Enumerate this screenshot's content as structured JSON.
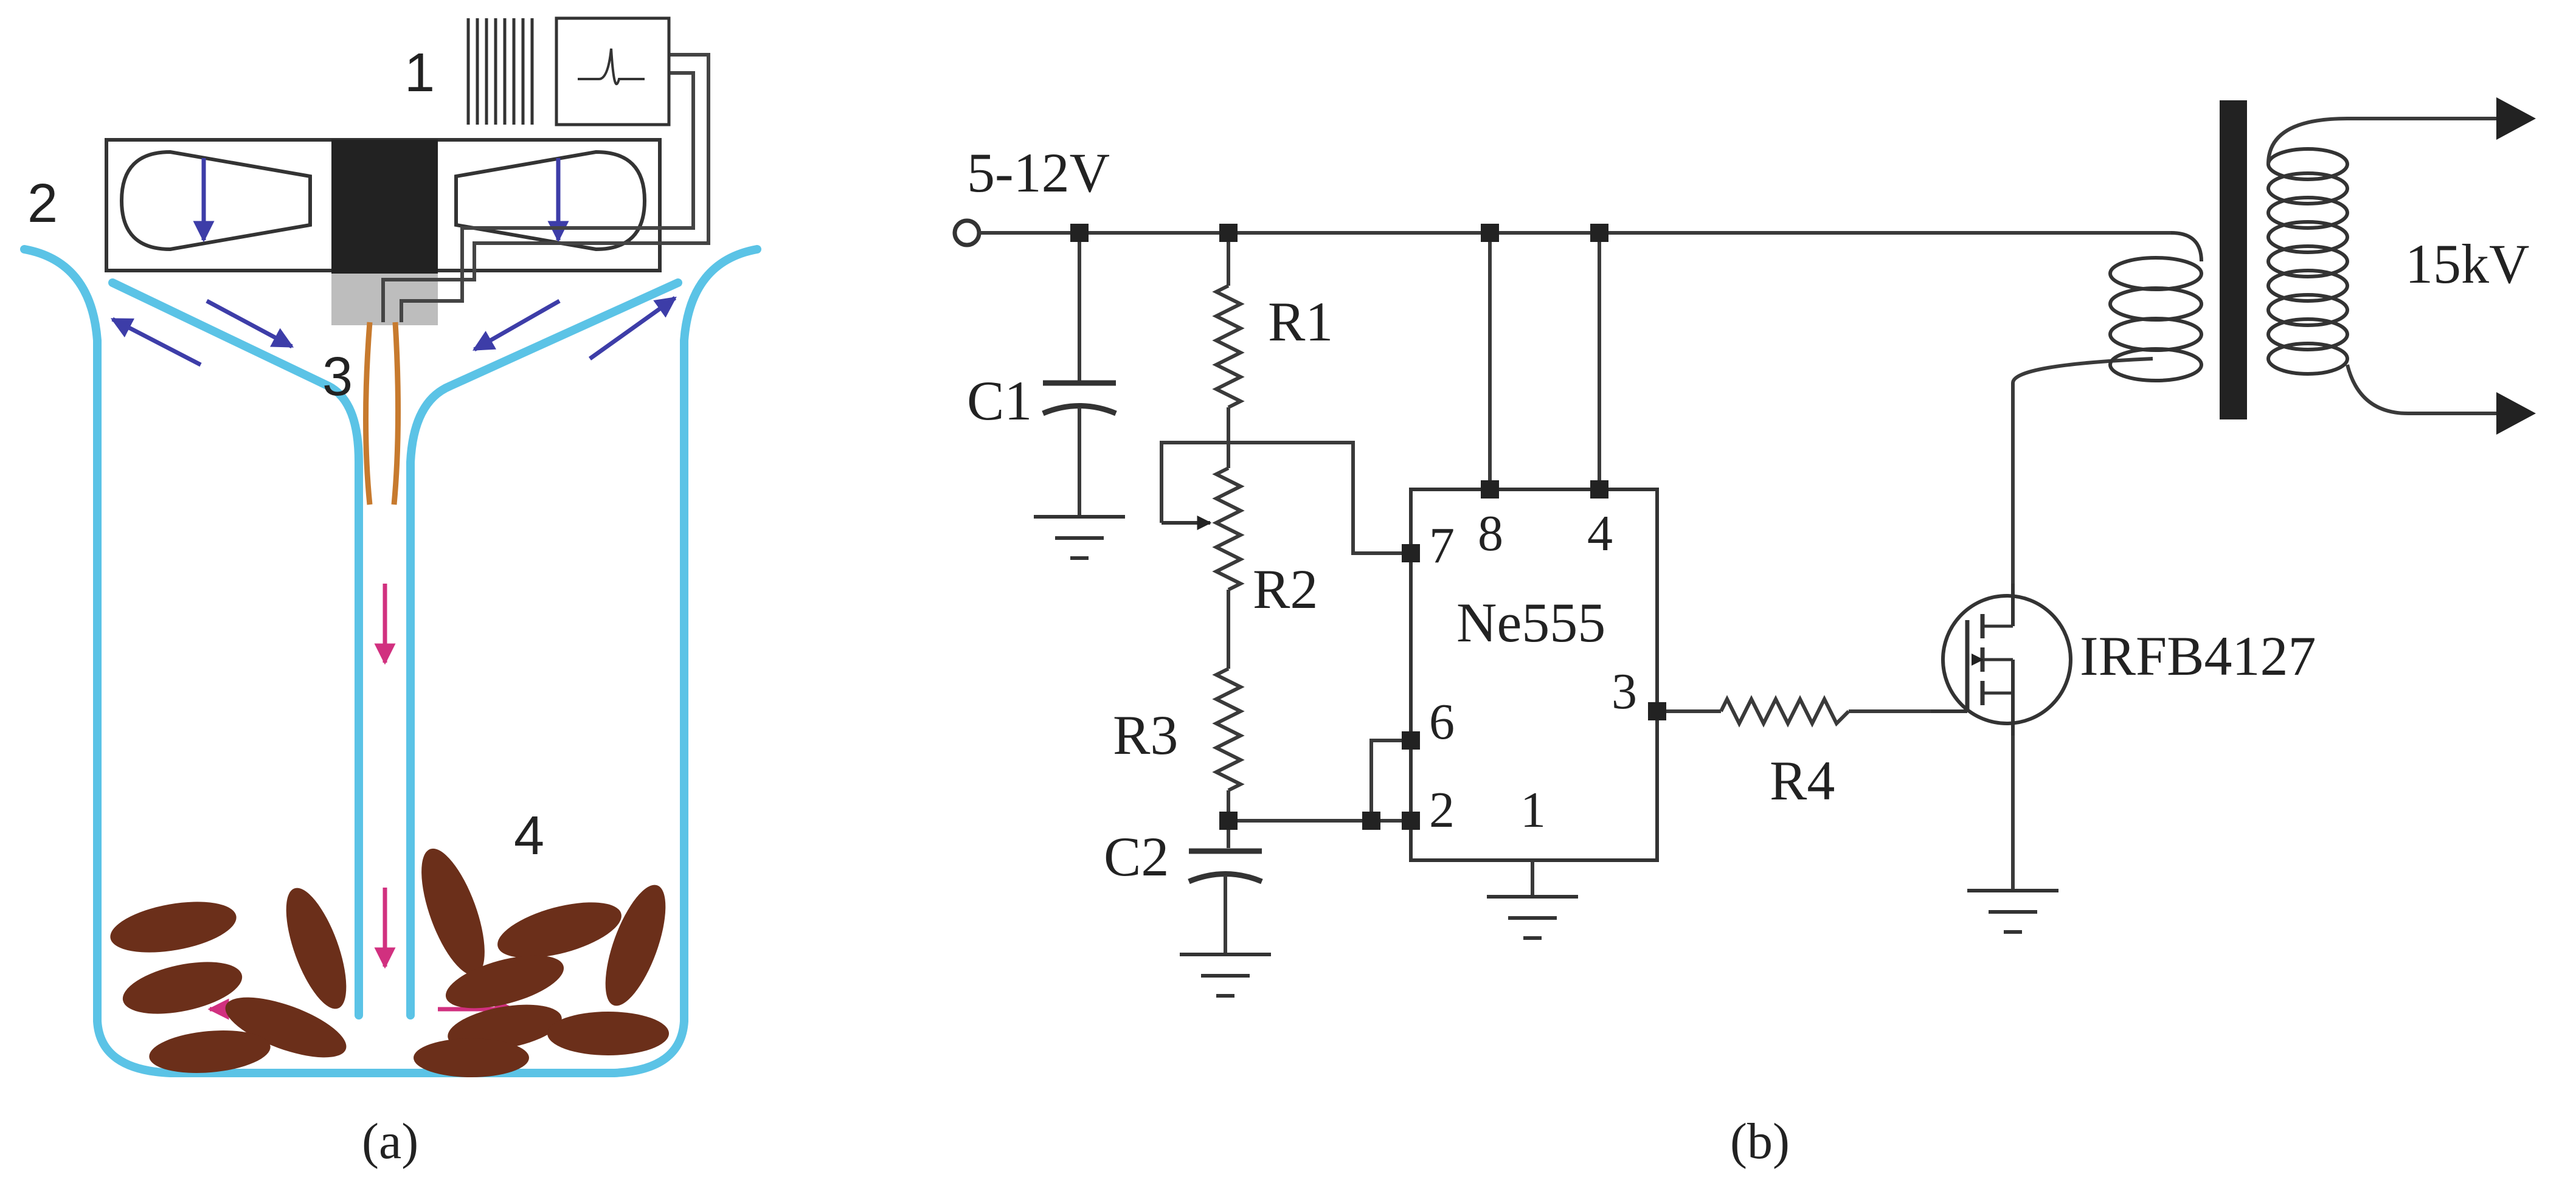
{
  "panel_a": {
    "labels": {
      "num1": "1",
      "num2": "2",
      "num3": "3",
      "num4": "4"
    },
    "caption": "(a)",
    "colors": {
      "vessel": "#5bc3e6",
      "beans": "#6b2f1a",
      "air_arrows": "#3d3da8",
      "flow_arrows": "#d1307f",
      "electrode": "#c77a2e",
      "motor_dark": "#222222",
      "motor_grey": "#bdbdbd"
    }
  },
  "panel_b": {
    "supply_label": "5-12V",
    "output_label": "15kV",
    "components": {
      "r1": "R1",
      "r2": "R2",
      "r3": "R3",
      "r4": "R4",
      "c1": "C1",
      "c2": "C2",
      "ic": "Ne555",
      "mosfet": "IRFB4127"
    },
    "ic_pins": {
      "p7": "7",
      "p8": "8",
      "p4": "4",
      "p6": "6",
      "p2": "2",
      "p1": "1",
      "p3": "3"
    },
    "caption": "(b)"
  }
}
